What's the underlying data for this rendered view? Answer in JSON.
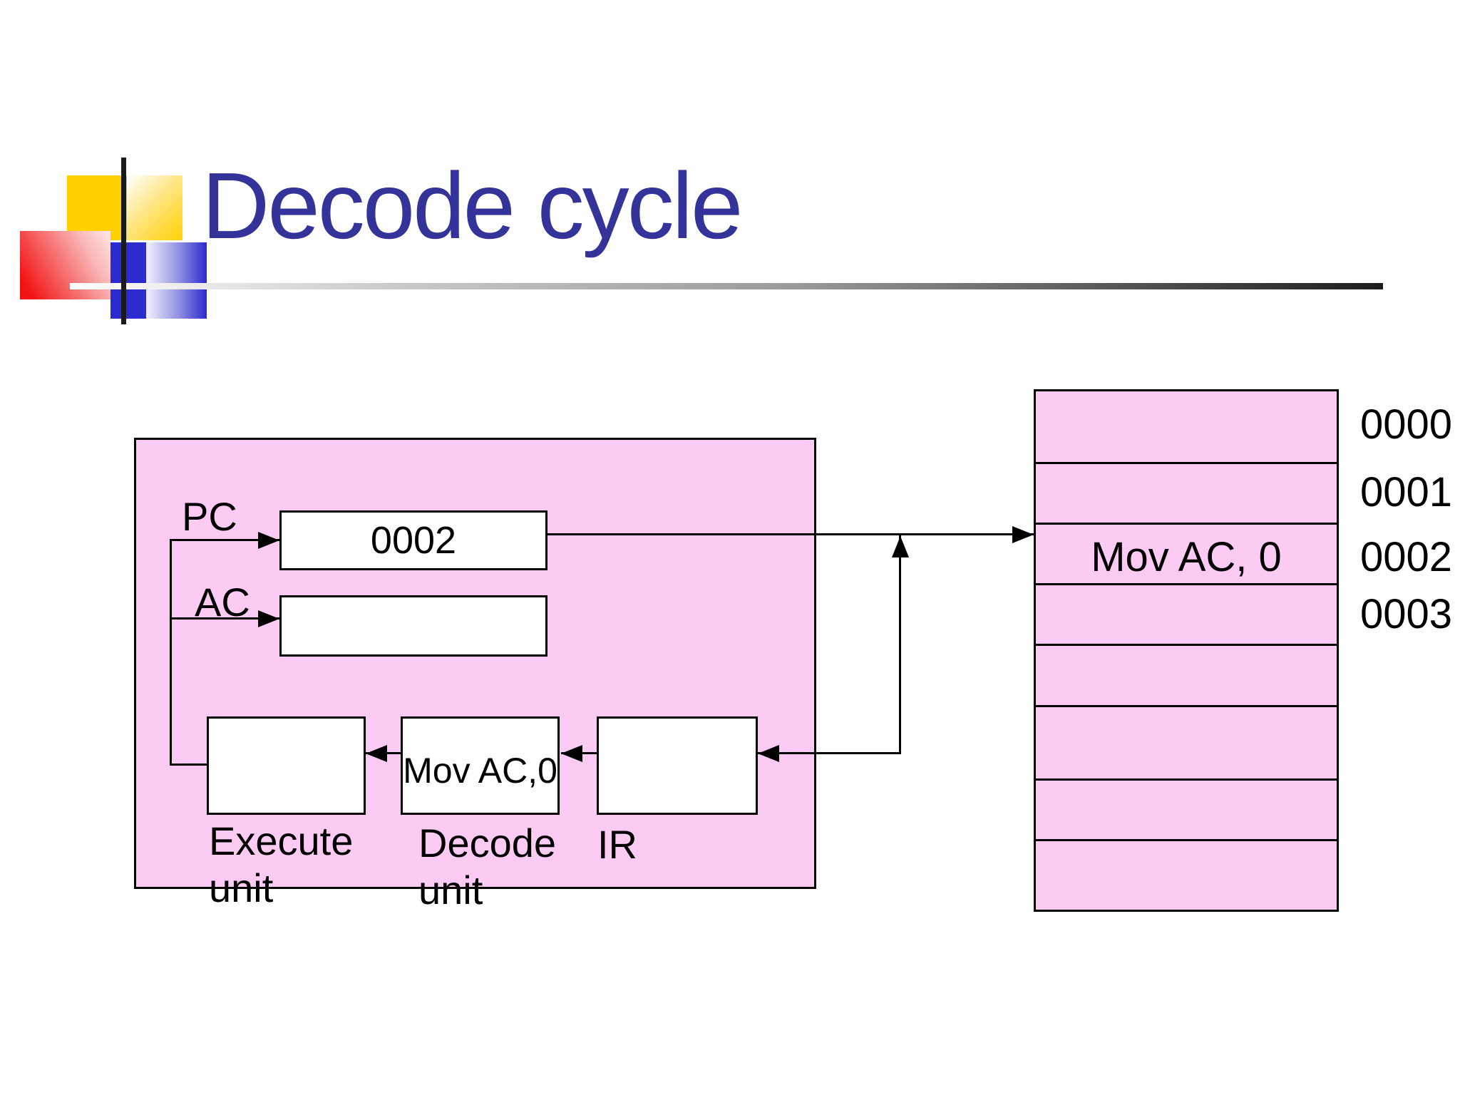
{
  "slide": {
    "title": "Decode cycle"
  },
  "colors": {
    "title_blue": "#333399",
    "panel_pink": "#FBCBF3",
    "logo_yellow": "#FFD100",
    "logo_blue": "#2B2BCE",
    "logo_red": "#F21414",
    "line_black": "#000000"
  },
  "cpu": {
    "pc": {
      "label": "PC",
      "value": "0002"
    },
    "ac": {
      "label": "AC",
      "value": ""
    },
    "execute": {
      "label": "Execute unit",
      "value": ""
    },
    "decode": {
      "label": "Decode unit",
      "value": "Mov AC,0"
    },
    "ir": {
      "label": "IR",
      "value": ""
    }
  },
  "memory": {
    "rows": [
      {
        "address": "0000",
        "value": ""
      },
      {
        "address": "0001",
        "value": ""
      },
      {
        "address": "0002",
        "value": "Mov AC, 0"
      },
      {
        "address": "0003",
        "value": ""
      },
      {
        "address": "",
        "value": ""
      },
      {
        "address": "",
        "value": ""
      },
      {
        "address": "",
        "value": ""
      },
      {
        "address": "",
        "value": ""
      }
    ]
  }
}
